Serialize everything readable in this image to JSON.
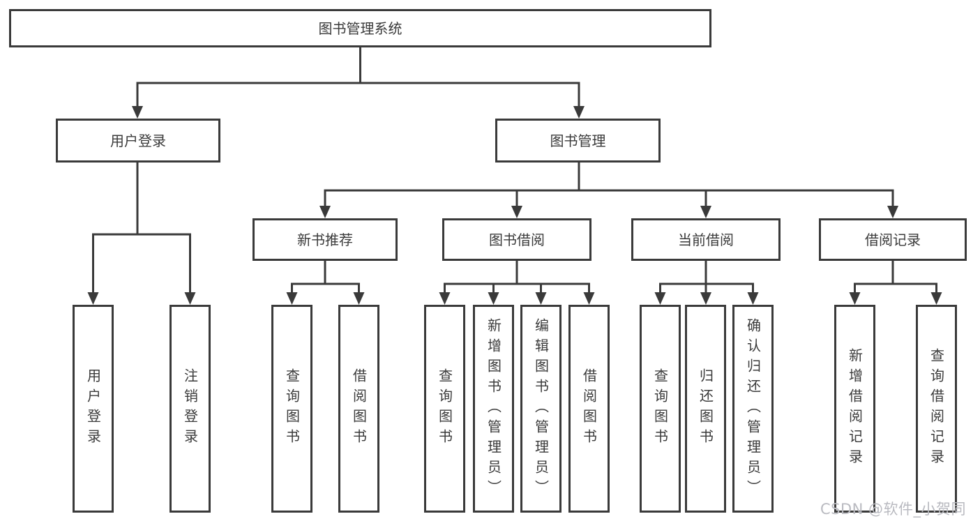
{
  "title": "图书管理系统",
  "tree": {
    "label": "图书管理系统",
    "children": [
      {
        "label": "用户登录",
        "children": [
          {
            "label": "用户登录"
          },
          {
            "label": "注销登录"
          }
        ]
      },
      {
        "label": "图书管理",
        "children": [
          {
            "label": "新书推荐",
            "children": [
              {
                "label": "查询图书"
              },
              {
                "label": "借阅图书"
              }
            ]
          },
          {
            "label": "图书借阅",
            "children": [
              {
                "label": "查询图书"
              },
              {
                "label": "新增图书（管理员）"
              },
              {
                "label": "编辑图书（管理员）"
              },
              {
                "label": "借阅图书"
              }
            ]
          },
          {
            "label": "当前借阅",
            "children": [
              {
                "label": "查询图书"
              },
              {
                "label": "归还图书"
              },
              {
                "label": "确认归还（管理员）"
              }
            ]
          },
          {
            "label": "借阅记录",
            "children": [
              {
                "label": "新增借阅记录"
              },
              {
                "label": "查询借阅记录"
              }
            ]
          }
        ]
      }
    ]
  },
  "watermark": "CSDN @软件_小贺同学",
  "colors": {
    "line": "#3a3a3a",
    "text": "#3a3a3a",
    "box_background": "#ffffff",
    "watermark": "#b9bac0"
  }
}
